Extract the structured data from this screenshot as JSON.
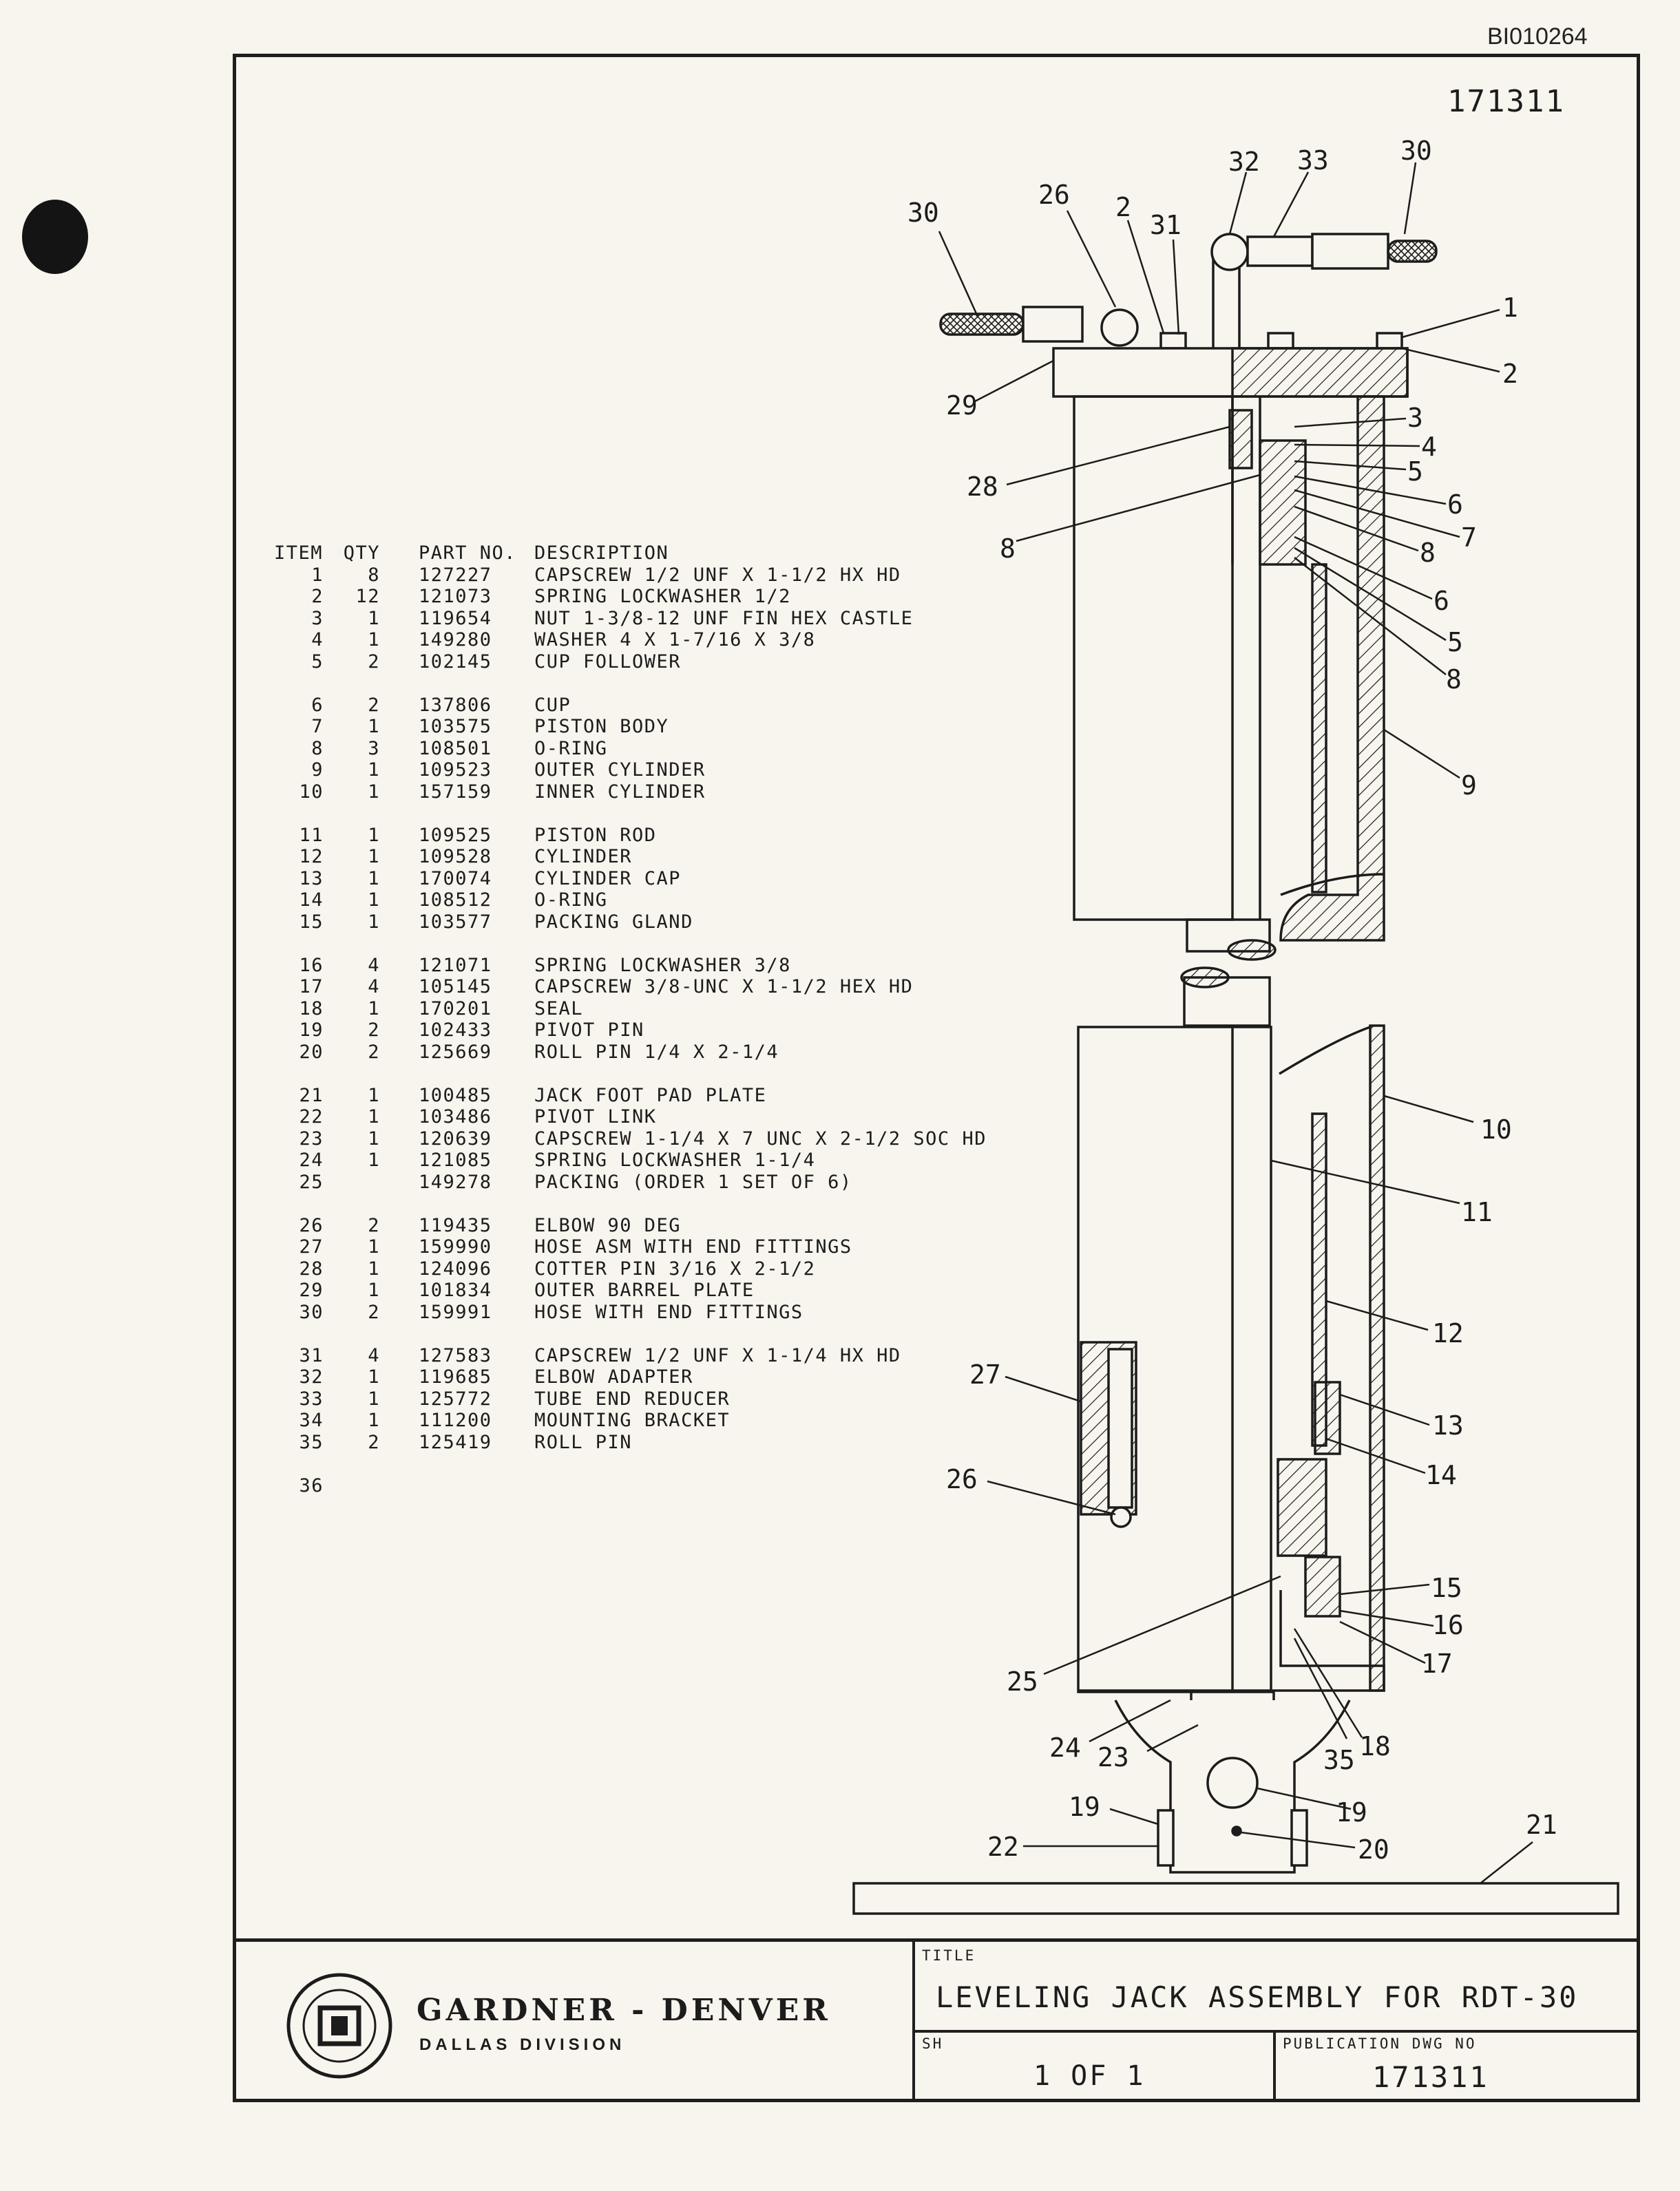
{
  "doc_id": "BI010264",
  "drawing_number_top": "171311",
  "parts_table": {
    "headers": {
      "item": "ITEM",
      "qty": "QTY",
      "part_no": "PART NO.",
      "description": "DESCRIPTION"
    },
    "rows": [
      {
        "item": "1",
        "qty": "8",
        "part_no": "127227",
        "description": "CAPSCREW 1/2 UNF X 1-1/2 HX HD"
      },
      {
        "item": "2",
        "qty": "12",
        "part_no": "121073",
        "description": "SPRING LOCKWASHER 1/2"
      },
      {
        "item": "3",
        "qty": "1",
        "part_no": "119654",
        "description": "NUT 1-3/8-12 UNF FIN HEX CASTLE"
      },
      {
        "item": "4",
        "qty": "1",
        "part_no": "149280",
        "description": "WASHER 4 X 1-7/16 X 3/8"
      },
      {
        "item": "5",
        "qty": "2",
        "part_no": "102145",
        "description": "CUP FOLLOWER"
      },
      {
        "item": "6",
        "qty": "2",
        "part_no": "137806",
        "description": "CUP"
      },
      {
        "item": "7",
        "qty": "1",
        "part_no": "103575",
        "description": "PISTON BODY"
      },
      {
        "item": "8",
        "qty": "3",
        "part_no": "108501",
        "description": "O-RING"
      },
      {
        "item": "9",
        "qty": "1",
        "part_no": "109523",
        "description": "OUTER CYLINDER"
      },
      {
        "item": "10",
        "qty": "1",
        "part_no": "157159",
        "description": "INNER CYLINDER"
      },
      {
        "item": "11",
        "qty": "1",
        "part_no": "109525",
        "description": "PISTON ROD"
      },
      {
        "item": "12",
        "qty": "1",
        "part_no": "109528",
        "description": "CYLINDER"
      },
      {
        "item": "13",
        "qty": "1",
        "part_no": "170074",
        "description": "CYLINDER CAP"
      },
      {
        "item": "14",
        "qty": "1",
        "part_no": "108512",
        "description": "O-RING"
      },
      {
        "item": "15",
        "qty": "1",
        "part_no": "103577",
        "description": "PACKING GLAND"
      },
      {
        "item": "16",
        "qty": "4",
        "part_no": "121071",
        "description": "SPRING LOCKWASHER 3/8"
      },
      {
        "item": "17",
        "qty": "4",
        "part_no": "105145",
        "description": "CAPSCREW 3/8-UNC X 1-1/2 HEX HD"
      },
      {
        "item": "18",
        "qty": "1",
        "part_no": "170201",
        "description": "SEAL"
      },
      {
        "item": "19",
        "qty": "2",
        "part_no": "102433",
        "description": "PIVOT PIN"
      },
      {
        "item": "20",
        "qty": "2",
        "part_no": "125669",
        "description": "ROLL PIN 1/4 X 2-1/4"
      },
      {
        "item": "21",
        "qty": "1",
        "part_no": "100485",
        "description": "JACK FOOT PAD PLATE"
      },
      {
        "item": "22",
        "qty": "1",
        "part_no": "103486",
        "description": "PIVOT LINK"
      },
      {
        "item": "23",
        "qty": "1",
        "part_no": "120639",
        "description": "CAPSCREW 1-1/4 X 7 UNC X 2-1/2 SOC HD"
      },
      {
        "item": "24",
        "qty": "1",
        "part_no": "121085",
        "description": "SPRING LOCKWASHER 1-1/4"
      },
      {
        "item": "25",
        "qty": "",
        "part_no": "149278",
        "description": "PACKING (ORDER 1 SET OF 6)"
      },
      {
        "item": "26",
        "qty": "2",
        "part_no": "119435",
        "description": "ELBOW 90 DEG"
      },
      {
        "item": "27",
        "qty": "1",
        "part_no": "159990",
        "description": "HOSE ASM WITH END FITTINGS"
      },
      {
        "item": "28",
        "qty": "1",
        "part_no": "124096",
        "description": "COTTER PIN 3/16 X 2-1/2"
      },
      {
        "item": "29",
        "qty": "1",
        "part_no": "101834",
        "description": "OUTER BARREL PLATE"
      },
      {
        "item": "30",
        "qty": "2",
        "part_no": "159991",
        "description": "HOSE WITH END FITTINGS"
      },
      {
        "item": "31",
        "qty": "4",
        "part_no": "127583",
        "description": "CAPSCREW 1/2 UNF X 1-1/4 HX HD"
      },
      {
        "item": "32",
        "qty": "1",
        "part_no": "119685",
        "description": "ELBOW ADAPTER"
      },
      {
        "item": "33",
        "qty": "1",
        "part_no": "125772",
        "description": "TUBE END REDUCER"
      },
      {
        "item": "34",
        "qty": "1",
        "part_no": "111200",
        "description": "MOUNTING BRACKET"
      },
      {
        "item": "35",
        "qty": "2",
        "part_no": "125419",
        "description": "ROLL PIN"
      },
      {
        "item": "36",
        "qty": "",
        "part_no": "",
        "description": ""
      }
    ]
  },
  "callouts": [
    "30",
    "26",
    "2",
    "31",
    "32",
    "33",
    "30",
    "1",
    "2",
    "29",
    "3",
    "4",
    "5",
    "28",
    "6",
    "7",
    "8",
    "8",
    "6",
    "5",
    "8",
    "9",
    "10",
    "11",
    "12",
    "27",
    "13",
    "14",
    "26",
    "15",
    "16",
    "17",
    "25",
    "24",
    "23",
    "35",
    "18",
    "19",
    "19",
    "22",
    "20",
    "21"
  ],
  "title_block": {
    "company_name": "GARDNER - DENVER",
    "division": "DALLAS DIVISION",
    "title_label": "TITLE",
    "title": "LEVELING JACK ASSEMBLY FOR RDT-30",
    "sheet_label": "SH",
    "sheet": "1 OF 1",
    "dwg_label": "PUBLICATION DWG NO",
    "dwg_no": "171311"
  },
  "colors": {
    "paper": "#f7f5ee",
    "ink": "#1c1c1c"
  }
}
